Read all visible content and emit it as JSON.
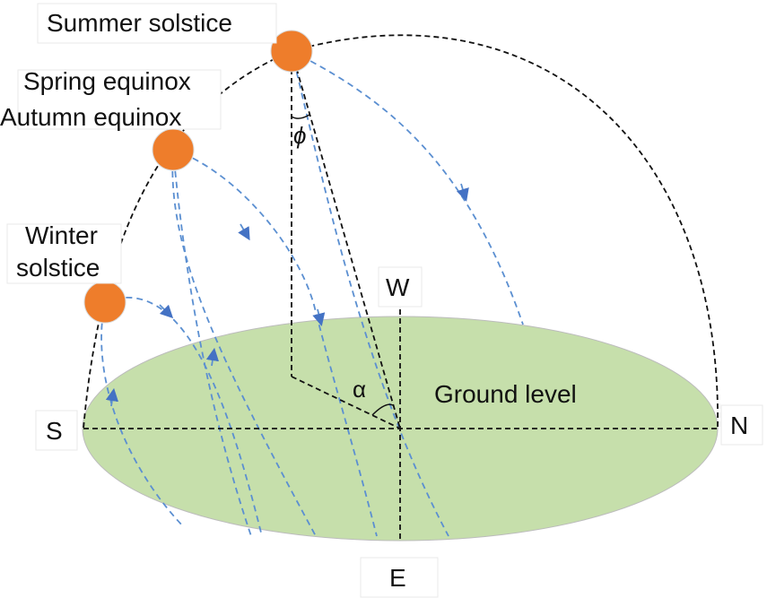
{
  "labels": {
    "summer_solstice": "Summer solstice",
    "spring_equinox": "Spring equinox",
    "autumn_equinox": "Autumn equinox",
    "winter_solstice_line1": "Winter",
    "winter_solstice_line2": "solstice",
    "ground_level": "Ground level",
    "south": "S",
    "north": "N",
    "west": "W",
    "east": "E",
    "phi": "ϕ",
    "alpha": "α"
  },
  "colors": {
    "ground_fill": "#c6dfab",
    "sun_fill": "#ee7d2b",
    "path_blue": "#5b8fd1",
    "arrow_blue": "#4472c4",
    "dashed_black": "#111111"
  }
}
